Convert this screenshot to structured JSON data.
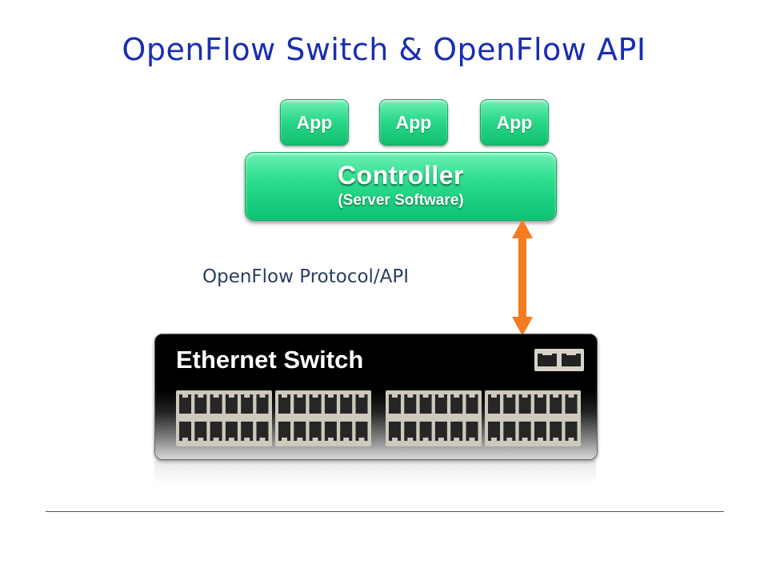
{
  "title": "OpenFlow Switch & OpenFlow API",
  "apps": [
    {
      "label": "App"
    },
    {
      "label": "App"
    },
    {
      "label": "App"
    }
  ],
  "controller": {
    "label": "Controller",
    "sublabel": "(Server Software)"
  },
  "connection": {
    "label": "OpenFlow Protocol/API",
    "color": "#f47b1e"
  },
  "switch": {
    "label": "Ethernet Switch"
  },
  "colors": {
    "title": "#1a2eb0",
    "node_green": "#2cd88a",
    "switch_body": "#000000"
  }
}
